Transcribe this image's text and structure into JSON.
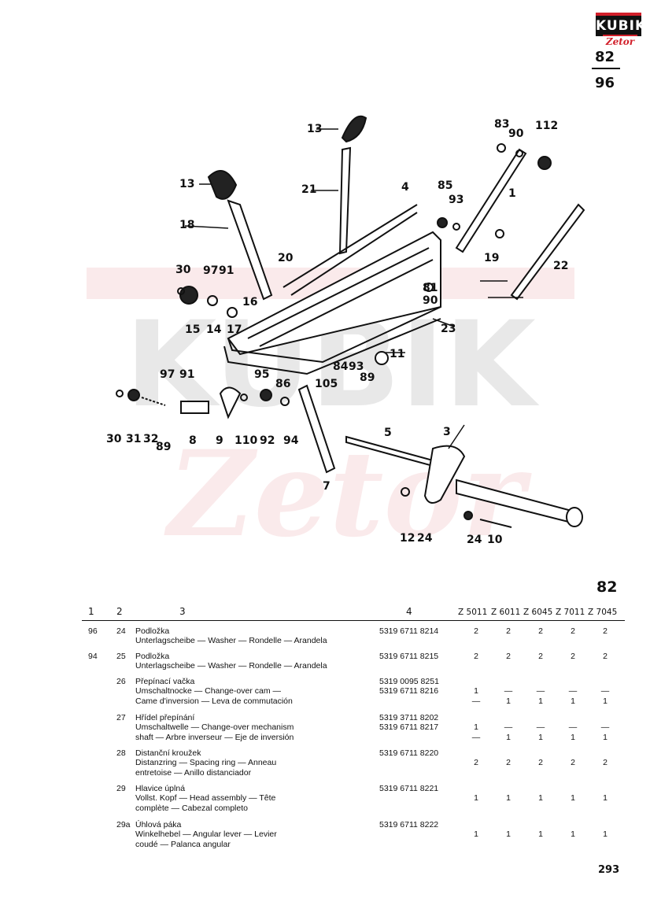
{
  "header": {
    "logo_kubik": "KUBIK",
    "logo_zetor": "Zetor",
    "page_top": "82",
    "page_bottom": "96"
  },
  "watermark": {
    "line1": "KUBIK",
    "line2": "Zetor"
  },
  "diagram": {
    "callouts": [
      "13",
      "13",
      "21",
      "4",
      "85",
      "93",
      "83",
      "90",
      "112",
      "1",
      "18",
      "30",
      "97",
      "91",
      "20",
      "16",
      "15",
      "14",
      "17",
      "23",
      "81",
      "90",
      "19",
      "22",
      "84",
      "93",
      "89",
      "11",
      "97",
      "91",
      "95",
      "86",
      "105",
      "5",
      "3",
      "30",
      "31",
      "32",
      "89",
      "8",
      "9",
      "110",
      "92",
      "94",
      "7",
      "12",
      "24",
      "24",
      "10"
    ]
  },
  "figure_number": "82",
  "table": {
    "headers": [
      "1",
      "2",
      "3",
      "4",
      "Z 5011",
      "Z 6011",
      "Z 6045",
      "Z 7011",
      "Z 7045"
    ],
    "rows": [
      {
        "ref": "96",
        "pos": "24",
        "desc": [
          "Podložka",
          "Unterlagscheibe — Washer — Rondelle — Arandela"
        ],
        "parts": [
          "5319 6711 8214"
        ],
        "qty": [
          [
            "2",
            "2",
            "2",
            "2",
            "2"
          ]
        ]
      },
      {
        "ref": "94",
        "pos": "25",
        "desc": [
          "Podložka",
          "Unterlagscheibe — Washer — Rondelle — Arandela"
        ],
        "parts": [
          "5319 6711 8215"
        ],
        "qty": [
          [
            "2",
            "2",
            "2",
            "2",
            "2"
          ]
        ]
      },
      {
        "ref": "",
        "pos": "26",
        "desc": [
          "Přepínací vačka",
          "Umschaltnocke — Change-over cam —",
          "Came d'inversion — Leva de commutación"
        ],
        "parts": [
          "5319 0095 8251",
          "5319 6711 8216"
        ],
        "qty": [
          [
            "1",
            "—",
            "—",
            "—",
            "—"
          ],
          [
            "—",
            "1",
            "1",
            "1",
            "1"
          ]
        ]
      },
      {
        "ref": "",
        "pos": "27",
        "desc": [
          "Hřídel přepínání",
          "Umschaltwelle — Change-over mechanism",
          "shaft — Arbre inverseur — Eje de inversión"
        ],
        "parts": [
          "5319 3711 8202",
          "5319 6711 8217"
        ],
        "qty": [
          [
            "1",
            "—",
            "—",
            "—",
            "—"
          ],
          [
            "—",
            "1",
            "1",
            "1",
            "1"
          ]
        ]
      },
      {
        "ref": "",
        "pos": "28",
        "desc": [
          "Distanční kroužek",
          "Distanzring — Spacing ring — Anneau",
          "entretoise — Anillo distanciador"
        ],
        "parts": [
          "5319 6711 8220"
        ],
        "qty": [
          [
            "2",
            "2",
            "2",
            "2",
            "2"
          ]
        ]
      },
      {
        "ref": "",
        "pos": "29",
        "desc": [
          "Hlavice úplná",
          "Vollst. Kopf — Head assembly — Tête",
          "complète — Cabezal completo"
        ],
        "parts": [
          "5319 6711 8221"
        ],
        "qty": [
          [
            "1",
            "1",
            "1",
            "1",
            "1"
          ]
        ]
      },
      {
        "ref": "",
        "pos": "29a",
        "desc": [
          "Úhlová páka",
          "Winkelhebel — Angular lever — Levier",
          "coudé — Palanca angular"
        ],
        "parts": [
          "5319 6711 8222"
        ],
        "qty": [
          [
            "1",
            "1",
            "1",
            "1",
            "1"
          ]
        ]
      }
    ]
  },
  "page_number": "293",
  "colors": {
    "brand_red": "#d21f2a",
    "ink": "#111111"
  }
}
